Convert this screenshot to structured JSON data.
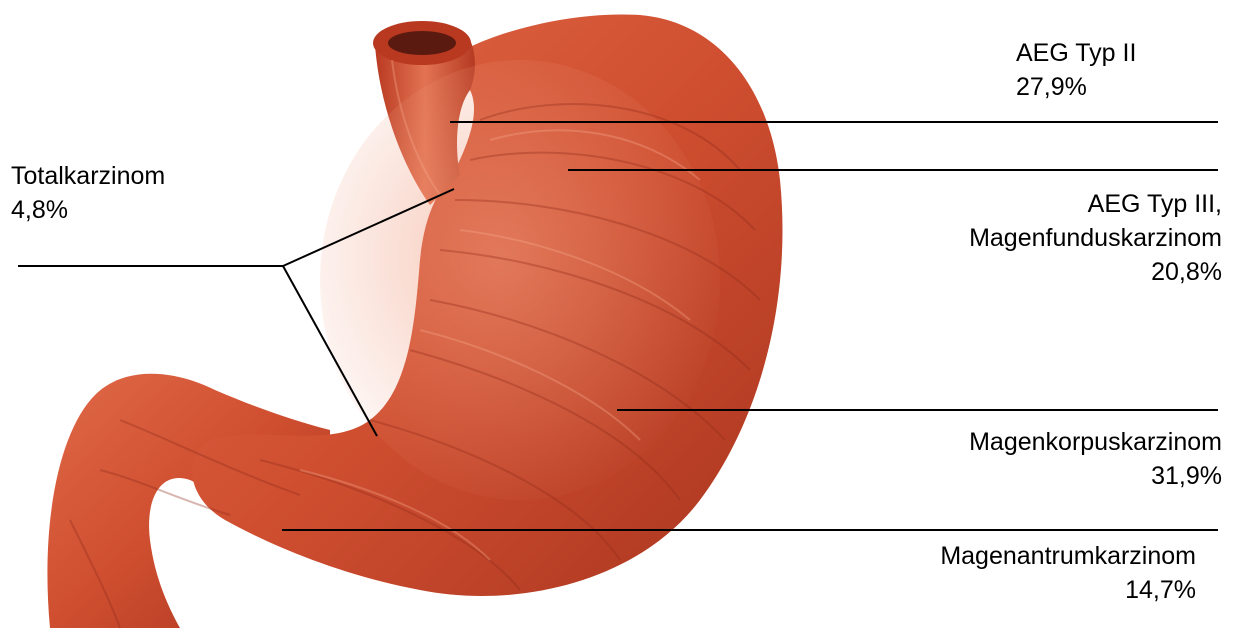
{
  "colors": {
    "background": "#ffffff",
    "stomach_base": "#c9482c",
    "stomach_light": "#e57a5a",
    "stomach_dark": "#8f2a1a",
    "leader_line": "#000000",
    "label_text": "#000000"
  },
  "regions": [
    {
      "id": "total",
      "name": "Totalkarzinom",
      "percent": "4,8%"
    },
    {
      "id": "aeg2",
      "name": "AEG Typ II",
      "percent": "27,9%"
    },
    {
      "id": "aeg3",
      "name_lines": [
        "AEG Typ III,",
        "Magenfunduskarzinom"
      ],
      "percent": "20,8%"
    },
    {
      "id": "korpus",
      "name": "Magenkorpuskarzinom",
      "percent": "31,9%"
    },
    {
      "id": "antrum",
      "name": "Magenantrumkarzinom",
      "percent": "14,7%"
    }
  ]
}
